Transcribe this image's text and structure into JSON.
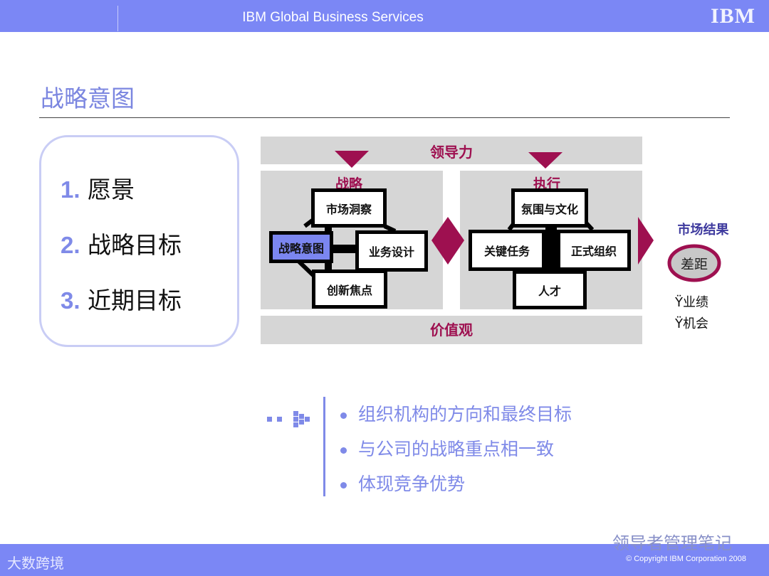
{
  "header": {
    "title": "IBM Global Business Services",
    "logo": "IBM"
  },
  "slide": {
    "title": "战略意图"
  },
  "list": [
    {
      "num": "1.",
      "text": "愿景"
    },
    {
      "num": "2.",
      "text": "战略目标"
    },
    {
      "num": "3.",
      "text": "近期目标"
    }
  ],
  "diagram": {
    "top_band": "领导力",
    "bottom_band": "价值观",
    "left_panel": {
      "label": "战略",
      "boxes": {
        "top": "市场洞察",
        "left": "战略意图",
        "right": "业务设计",
        "bottom": "创新焦点"
      }
    },
    "right_panel": {
      "label": "执行",
      "boxes": {
        "top": "氛围与文化",
        "left": "关键任务",
        "right": "正式组织",
        "bottom": "人才"
      }
    },
    "result": {
      "title": "市场结果",
      "gap": "差距",
      "items": [
        "Ÿ业绩",
        "Ÿ机会"
      ]
    },
    "colors": {
      "accent": "#9e1050",
      "highlight": "#7b86f0",
      "band": "#d6d6d6"
    }
  },
  "bullets": [
    "组织机构的方向和最终目标",
    "与公司的战略重点相一致",
    "体现竞争优势"
  ],
  "footer": {
    "copyright": "© Copyright IBM Corporation 2008",
    "watermark_left": "大数跨境",
    "watermark_right": "领导者管理笔记"
  }
}
